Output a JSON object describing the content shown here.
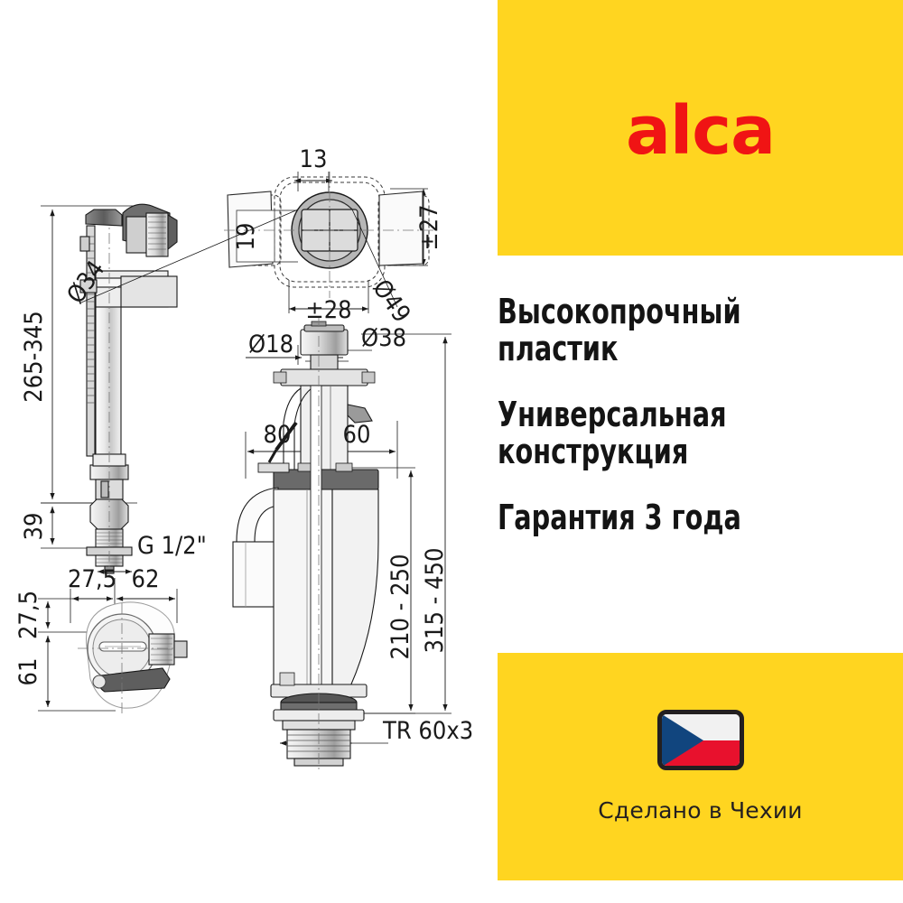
{
  "brand": {
    "logo_text": "alca",
    "logo_color": "#F01414",
    "panel_color": "#FFD520"
  },
  "features": [
    {
      "label": "Высокопрочный\nпластик"
    },
    {
      "label": "Универсальная\nконструкция"
    },
    {
      "label": "Гарантия 3 года"
    }
  ],
  "origin": {
    "label": "Сделано в Чехии",
    "flag_name": "czech-republic-flag",
    "flag_colors": {
      "white": "#F1F1F1",
      "red": "#E8112D",
      "blue": "#11457E",
      "border": "#231F20"
    }
  },
  "drawings": {
    "fill_valve": {
      "name": "inlet-fill-valve-side-view",
      "dimensions": {
        "height_range": "265-345",
        "thread_offset": "39",
        "inlet_thread": "G 1/2\""
      }
    },
    "fill_valve_top": {
      "name": "inlet-fill-valve-top-view",
      "dimensions": {
        "width_27_5": "27,5",
        "width_62": "62",
        "height_27_5": "27,5",
        "height_61": "61"
      }
    },
    "flush_button_top": {
      "name": "flush-button-top-view",
      "dimensions": {
        "d13": "13",
        "d19": "19",
        "v27": "±27",
        "dia34": "Ø34",
        "dia49": "Ø49",
        "h28": "±28"
      }
    },
    "flush_valve": {
      "name": "flush-valve-side-view",
      "dimensions": {
        "dia18": "Ø18",
        "dia38": "Ø38",
        "w80": "80",
        "w60": "60",
        "h210_250": "210 - 250",
        "h315_450": "315 - 450",
        "thread": "TR 60x3"
      }
    }
  }
}
